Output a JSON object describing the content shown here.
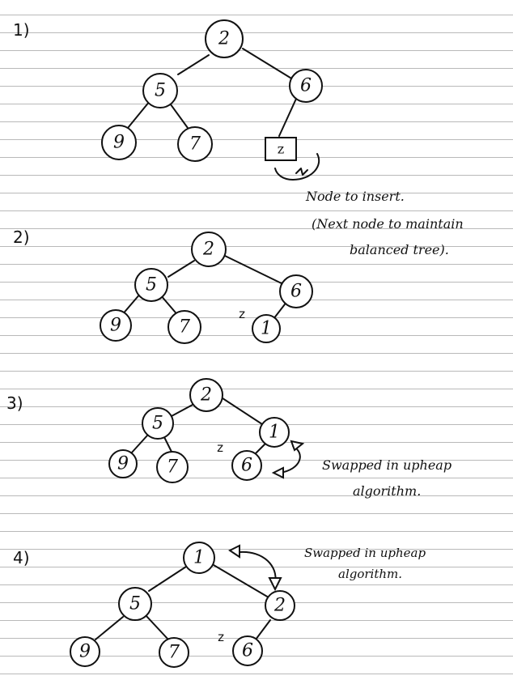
{
  "steps": [
    {
      "label": "1)",
      "nodes": {
        "a": "2",
        "b": "5",
        "c": "6",
        "d": "9",
        "e": "7",
        "f": "z"
      },
      "notes": [
        "Node to insert.",
        "(Next node to maintain",
        "balanced tree)."
      ]
    },
    {
      "label": "2)",
      "nodes": {
        "a": "2",
        "b": "5",
        "c": "6",
        "d": "9",
        "e": "7",
        "f": "1"
      },
      "z_mark": "z"
    },
    {
      "label": "3)",
      "nodes": {
        "a": "2",
        "b": "5",
        "c": "1",
        "d": "9",
        "e": "7",
        "f": "6"
      },
      "z_mark": "z",
      "notes": [
        "Swapped in upheap",
        "algorithm."
      ]
    },
    {
      "label": "4)",
      "nodes": {
        "a": "1",
        "b": "5",
        "c": "2",
        "d": "9",
        "e": "7",
        "f": "6"
      },
      "z_mark": "z",
      "notes": [
        "Swapped in upheap",
        "algorithm."
      ]
    }
  ]
}
